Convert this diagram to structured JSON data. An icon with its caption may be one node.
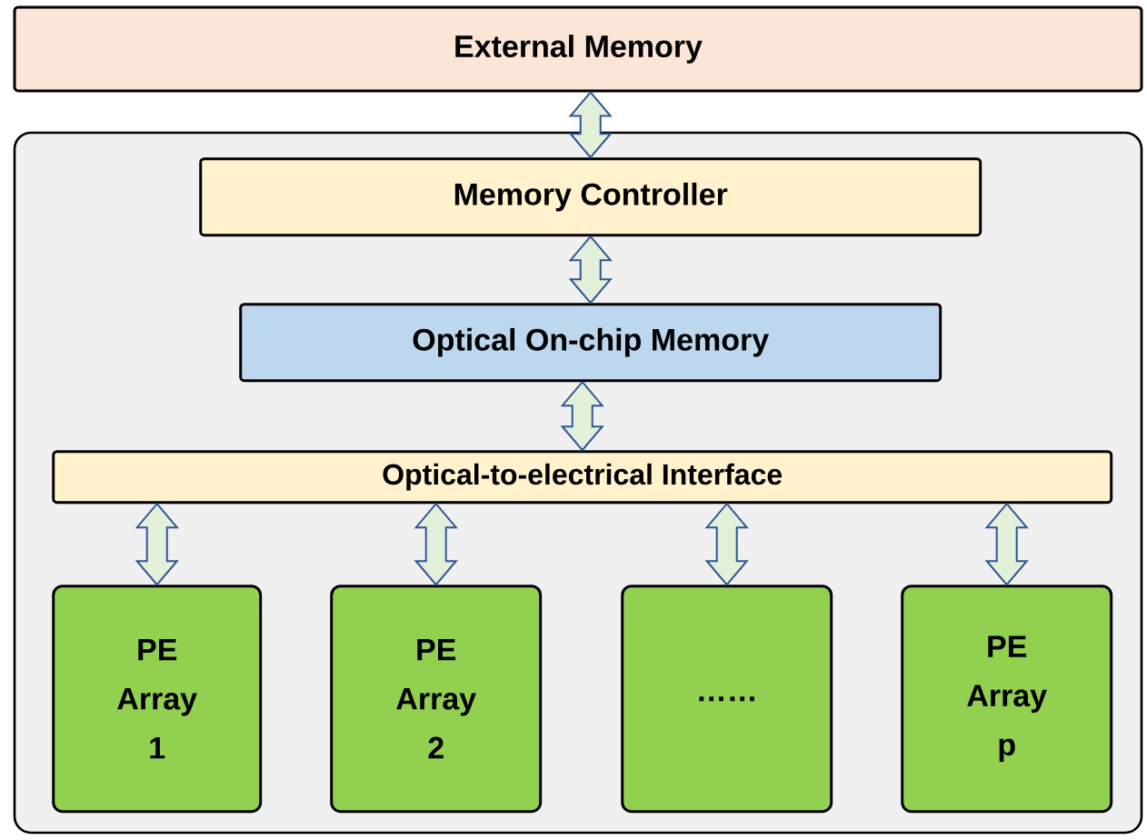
{
  "diagram": {
    "nodes": [
      {
        "text": [
          "External  Memory"
        ]
      },
      {
        "text": [],
        "shape": "box"
      },
      {
        "text": [
          "Memory Controller"
        ],
        "in": 1
      },
      {
        "text": [
          "Optical On-chip Memory"
        ],
        "in": 1
      },
      {
        "text": [
          "Optical-to-electrical Interface"
        ],
        "in": 1
      },
      {
        "text": [
          "PE Array 1"
        ],
        "in": 1
      },
      {
        "text": [
          "PE Array 2"
        ],
        "in": 1
      },
      {
        "text": [
          "……"
        ],
        "in": 1
      },
      {
        "text": [
          "PE Array p"
        ],
        "in": 1
      }
    ],
    "edges": [
      {
        "from": 0,
        "to": 2,
        "arrow": "both"
      },
      {
        "from": 2,
        "to": 3,
        "arrow": "both"
      },
      {
        "from": 3,
        "to": 4,
        "arrow": "both"
      },
      {
        "from": 4,
        "to": 5,
        "arrow": "both"
      },
      {
        "from": 4,
        "to": 6,
        "arrow": "both"
      },
      {
        "from": 4,
        "to": 7,
        "arrow": "both"
      },
      {
        "from": 4,
        "to": 8,
        "arrow": "both"
      }
    ]
  }
}
